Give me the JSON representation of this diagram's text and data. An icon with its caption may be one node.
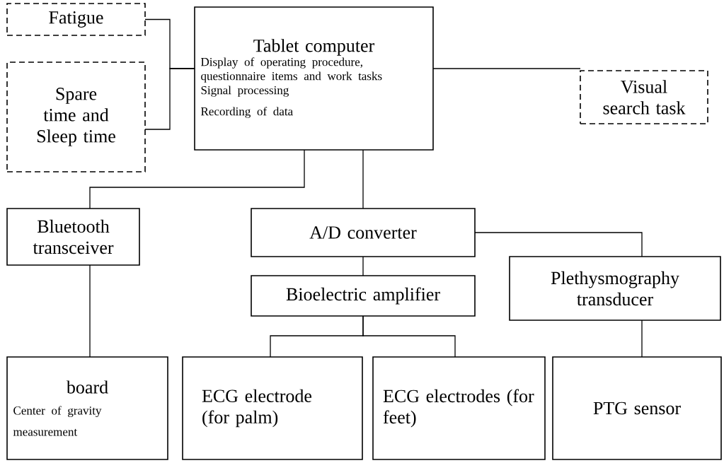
{
  "diagram": {
    "nodes": [
      {
        "text": [
          "Fatigue"
        ]
      },
      {
        "text": [
          "Spare time and Sleep time"
        ]
      },
      {
        "text": [
          "Tablet computer",
          "Display of operating procedure, questionnaire items and work tasks",
          "Signal processing",
          "Recording of data"
        ]
      },
      {
        "text": [
          "Visual search task"
        ]
      },
      {
        "text": [
          "Bluetooth transceiver"
        ]
      },
      {
        "text": [
          "A/D converter"
        ]
      },
      {
        "text": [
          "Bioelectric amplifier"
        ]
      },
      {
        "text": [
          "Plethysmography transducer"
        ]
      },
      {
        "text": [
          "board",
          "Center of gravity measurement"
        ]
      },
      {
        "text": [
          "ECG electrode (for palm)"
        ]
      },
      {
        "text": [
          "ECG electrodes (for feet)"
        ]
      },
      {
        "text": [
          "PTG sensor"
        ]
      }
    ],
    "edges": [
      {
        "from": 0,
        "to": 2,
        "arrow": "none"
      },
      {
        "from": 1,
        "to": 2,
        "arrow": "none"
      },
      {
        "from": 2,
        "to": 3,
        "arrow": "none"
      },
      {
        "from": 2,
        "to": 4,
        "arrow": "none"
      },
      {
        "from": 2,
        "to": 5,
        "arrow": "none"
      },
      {
        "from": 5,
        "to": 6,
        "arrow": "none"
      },
      {
        "from": 5,
        "to": 7,
        "arrow": "none"
      },
      {
        "from": 4,
        "to": 8,
        "arrow": "none"
      },
      {
        "from": 6,
        "to": 9,
        "arrow": "none"
      },
      {
        "from": 6,
        "to": 10,
        "arrow": "none"
      },
      {
        "from": 7,
        "to": 11,
        "arrow": "none"
      }
    ]
  }
}
